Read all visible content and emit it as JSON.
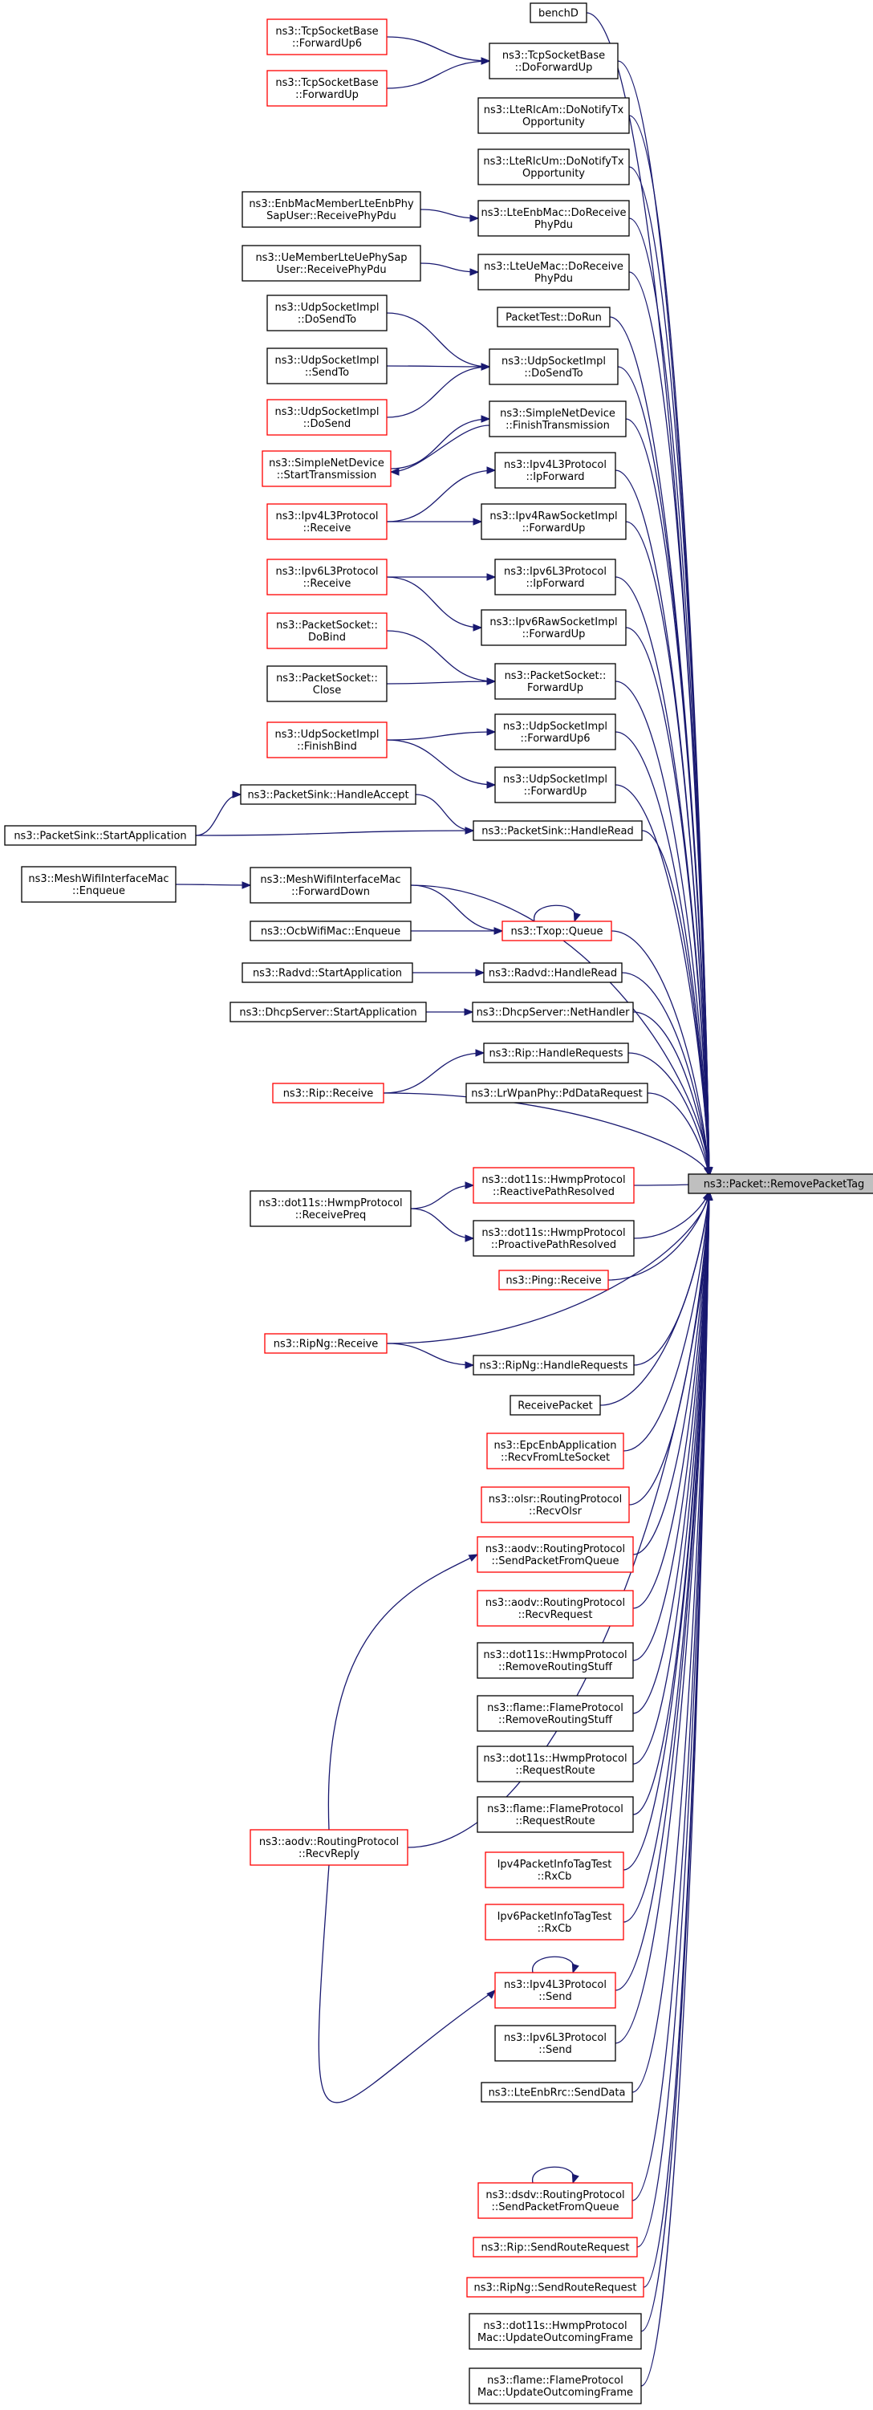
{
  "colors": {
    "edge": "#191970",
    "border_black": "#000000",
    "border_red": "#ff0000",
    "target_fill": "#bfbfbf",
    "node_fill": "#ffffff"
  },
  "target": {
    "id": "target",
    "lines": [
      "ns3::Packet::RemovePacketTag"
    ],
    "border": "black",
    "fill": "gray"
  },
  "nodes": [
    {
      "id": "benchD",
      "lines": [
        "benchD"
      ],
      "border": "black"
    },
    {
      "id": "tcpfwd6",
      "lines": [
        "ns3::TcpSocketBase",
        "::ForwardUp6"
      ],
      "border": "red"
    },
    {
      "id": "tcpdofwd",
      "lines": [
        "ns3::TcpSocketBase",
        "::DoForwardUp"
      ],
      "border": "black"
    },
    {
      "id": "tcpfwd",
      "lines": [
        "ns3::TcpSocketBase",
        "::ForwardUp"
      ],
      "border": "red"
    },
    {
      "id": "rlcam",
      "lines": [
        "ns3::LteRlcAm::DoNotifyTx",
        "Opportunity"
      ],
      "border": "black"
    },
    {
      "id": "rlcum",
      "lines": [
        "ns3::LteRlcUm::DoNotifyTx",
        "Opportunity"
      ],
      "border": "black"
    },
    {
      "id": "enbmember",
      "lines": [
        "ns3::EnbMacMemberLteEnbPhy",
        "SapUser::ReceivePhyPdu"
      ],
      "border": "black"
    },
    {
      "id": "enbmacdorecv",
      "lines": [
        "ns3::LteEnbMac::DoReceive",
        "PhyPdu"
      ],
      "border": "black"
    },
    {
      "id": "uemember",
      "lines": [
        "ns3::UeMemberLteUePhySap",
        "User::ReceivePhyPdu"
      ],
      "border": "black"
    },
    {
      "id": "uemacdorecv",
      "lines": [
        "ns3::LteUeMac::DoReceive",
        "PhyPdu"
      ],
      "border": "black"
    },
    {
      "id": "packettest",
      "lines": [
        "PacketTest::DoRun"
      ],
      "border": "black"
    },
    {
      "id": "udpdosendto_l",
      "lines": [
        "ns3::UdpSocketImpl",
        "::DoSendTo"
      ],
      "border": "black"
    },
    {
      "id": "udpsendto",
      "lines": [
        "ns3::UdpSocketImpl",
        "::SendTo"
      ],
      "border": "black"
    },
    {
      "id": "udpdosendto_r",
      "lines": [
        "ns3::UdpSocketImpl",
        "::DoSendTo"
      ],
      "border": "black"
    },
    {
      "id": "udpdosend",
      "lines": [
        "ns3::UdpSocketImpl",
        "::DoSend"
      ],
      "border": "red"
    },
    {
      "id": "simplefinish",
      "lines": [
        "ns3::SimpleNetDevice",
        "::FinishTransmission"
      ],
      "border": "black"
    },
    {
      "id": "simplestart",
      "lines": [
        "ns3::SimpleNetDevice",
        "::StartTransmission"
      ],
      "border": "red"
    },
    {
      "id": "ipv4ipforward",
      "lines": [
        "ns3::Ipv4L3Protocol",
        "::IpForward"
      ],
      "border": "black"
    },
    {
      "id": "ipv4receive",
      "lines": [
        "ns3::Ipv4L3Protocol",
        "::Receive"
      ],
      "border": "red"
    },
    {
      "id": "ipv4rawfwd",
      "lines": [
        "ns3::Ipv4RawSocketImpl",
        "::ForwardUp"
      ],
      "border": "black"
    },
    {
      "id": "ipv6receive",
      "lines": [
        "ns3::Ipv6L3Protocol",
        "::Receive"
      ],
      "border": "red"
    },
    {
      "id": "ipv6ipforward",
      "lines": [
        "ns3::Ipv6L3Protocol",
        "::IpForward"
      ],
      "border": "black"
    },
    {
      "id": "ipv6rawfwd",
      "lines": [
        "ns3::Ipv6RawSocketImpl",
        "::ForwardUp"
      ],
      "border": "black"
    },
    {
      "id": "psdobind",
      "lines": [
        "ns3::PacketSocket::",
        "DoBind"
      ],
      "border": "red"
    },
    {
      "id": "psclose",
      "lines": [
        "ns3::PacketSocket::",
        "Close"
      ],
      "border": "black"
    },
    {
      "id": "psfwdup",
      "lines": [
        "ns3::PacketSocket::",
        "ForwardUp"
      ],
      "border": "black"
    },
    {
      "id": "udpfinishbind",
      "lines": [
        "ns3::UdpSocketImpl",
        "::FinishBind"
      ],
      "border": "red"
    },
    {
      "id": "udpfwdup6",
      "lines": [
        "ns3::UdpSocketImpl",
        "::ForwardUp6"
      ],
      "border": "black"
    },
    {
      "id": "udpfwdup",
      "lines": [
        "ns3::UdpSocketImpl",
        "::ForwardUp"
      ],
      "border": "black"
    },
    {
      "id": "sinkaccept",
      "lines": [
        "ns3::PacketSink::HandleAccept"
      ],
      "border": "black"
    },
    {
      "id": "sinkstart",
      "lines": [
        "ns3::PacketSink::StartApplication"
      ],
      "border": "black"
    },
    {
      "id": "sinkread",
      "lines": [
        "ns3::PacketSink::HandleRead"
      ],
      "border": "black"
    },
    {
      "id": "meshenqueue",
      "lines": [
        "ns3::MeshWifiInterfaceMac",
        "::Enqueue"
      ],
      "border": "black"
    },
    {
      "id": "meshfwddown",
      "lines": [
        "ns3::MeshWifiInterfaceMac",
        "::ForwardDown"
      ],
      "border": "black"
    },
    {
      "id": "ocbenqueue",
      "lines": [
        "ns3::OcbWifiMac::Enqueue"
      ],
      "border": "black"
    },
    {
      "id": "txopqueue",
      "lines": [
        "ns3::Txop::Queue"
      ],
      "border": "red"
    },
    {
      "id": "radvdstart",
      "lines": [
        "ns3::Radvd::StartApplication"
      ],
      "border": "black"
    },
    {
      "id": "radvdread",
      "lines": [
        "ns3::Radvd::HandleRead"
      ],
      "border": "black"
    },
    {
      "id": "dhcpstart",
      "lines": [
        "ns3::DhcpServer::StartApplication"
      ],
      "border": "black"
    },
    {
      "id": "dhcpnet",
      "lines": [
        "ns3::DhcpServer::NetHandler"
      ],
      "border": "black"
    },
    {
      "id": "riphandle",
      "lines": [
        "ns3::Rip::HandleRequests"
      ],
      "border": "black"
    },
    {
      "id": "ripreceive",
      "lines": [
        "ns3::Rip::Receive"
      ],
      "border": "red"
    },
    {
      "id": "lrwpan",
      "lines": [
        "ns3::LrWpanPhy::PdDataRequest"
      ],
      "border": "black"
    },
    {
      "id": "hwmpreqpreq",
      "lines": [
        "ns3::dot11s::HwmpProtocol",
        "::ReceivePreq"
      ],
      "border": "black"
    },
    {
      "id": "hwmpreactive",
      "lines": [
        "ns3::dot11s::HwmpProtocol",
        "::ReactivePathResolved"
      ],
      "border": "red"
    },
    {
      "id": "hwmpproactive",
      "lines": [
        "ns3::dot11s::HwmpProtocol",
        "::ProactivePathResolved"
      ],
      "border": "black"
    },
    {
      "id": "pingrecv",
      "lines": [
        "ns3::Ping::Receive"
      ],
      "border": "red"
    },
    {
      "id": "ripngreceive",
      "lines": [
        "ns3::RipNg::Receive"
      ],
      "border": "red"
    },
    {
      "id": "ripnghandle",
      "lines": [
        "ns3::RipNg::HandleRequests"
      ],
      "border": "black"
    },
    {
      "id": "receivepacket",
      "lines": [
        "ReceivePacket"
      ],
      "border": "black"
    },
    {
      "id": "epcrecv",
      "lines": [
        "ns3::EpcEnbApplication",
        "::RecvFromLteSocket"
      ],
      "border": "red"
    },
    {
      "id": "olsrrecv",
      "lines": [
        "ns3::olsr::RoutingProtocol",
        "::RecvOlsr"
      ],
      "border": "red"
    },
    {
      "id": "aodvsendq",
      "lines": [
        "ns3::aodv::RoutingProtocol",
        "::SendPacketFromQueue"
      ],
      "border": "red"
    },
    {
      "id": "aodvrecvreq",
      "lines": [
        "ns3::aodv::RoutingProtocol",
        "::RecvRequest"
      ],
      "border": "red"
    },
    {
      "id": "hwmpremove",
      "lines": [
        "ns3::dot11s::HwmpProtocol",
        "::RemoveRoutingStuff"
      ],
      "border": "black"
    },
    {
      "id": "flameremove",
      "lines": [
        "ns3::flame::FlameProtocol",
        "::RemoveRoutingStuff"
      ],
      "border": "black"
    },
    {
      "id": "hwmpreqroute",
      "lines": [
        "ns3::dot11s::HwmpProtocol",
        "::RequestRoute"
      ],
      "border": "black"
    },
    {
      "id": "flamereqroute",
      "lines": [
        "ns3::flame::FlameProtocol",
        "::RequestRoute"
      ],
      "border": "black"
    },
    {
      "id": "aodvrecvreply",
      "lines": [
        "ns3::aodv::RoutingProtocol",
        "::RecvReply"
      ],
      "border": "red"
    },
    {
      "id": "ipv4infotag",
      "lines": [
        "Ipv4PacketInfoTagTest",
        "::RxCb"
      ],
      "border": "red"
    },
    {
      "id": "ipv6infotag",
      "lines": [
        "Ipv6PacketInfoTagTest",
        "::RxCb"
      ],
      "border": "red"
    },
    {
      "id": "ipv4send",
      "lines": [
        "ns3::Ipv4L3Protocol",
        "::Send"
      ],
      "border": "red"
    },
    {
      "id": "ipv6send",
      "lines": [
        "ns3::Ipv6L3Protocol",
        "::Send"
      ],
      "border": "black"
    },
    {
      "id": "ltesenddata",
      "lines": [
        "ns3::LteEnbRrc::SendData"
      ],
      "border": "black"
    },
    {
      "id": "dsdvsendq",
      "lines": [
        "ns3::dsdv::RoutingProtocol",
        "::SendPacketFromQueue"
      ],
      "border": "red"
    },
    {
      "id": "ripsendroute",
      "lines": [
        "ns3::Rip::SendRouteRequest"
      ],
      "border": "red"
    },
    {
      "id": "ripngsendroute",
      "lines": [
        "ns3::RipNg::SendRouteRequest"
      ],
      "border": "red"
    },
    {
      "id": "hwmpmac",
      "lines": [
        "ns3::dot11s::HwmpProtocol",
        "Mac::UpdateOutcomingFrame"
      ],
      "border": "black"
    },
    {
      "id": "flamemac",
      "lines": [
        "ns3::flame::FlameProtocol",
        "Mac::UpdateOutcomingFrame"
      ],
      "border": "black"
    }
  ],
  "edges": [
    [
      "benchD",
      "target"
    ],
    [
      "tcpdofwd",
      "target"
    ],
    [
      "rlcam",
      "target"
    ],
    [
      "rlcum",
      "target"
    ],
    [
      "enbmacdorecv",
      "target"
    ],
    [
      "uemacdorecv",
      "target"
    ],
    [
      "packettest",
      "target"
    ],
    [
      "udpdosendto_r",
      "target"
    ],
    [
      "simplefinish",
      "target"
    ],
    [
      "ipv4ipforward",
      "target"
    ],
    [
      "ipv4rawfwd",
      "target"
    ],
    [
      "ipv6ipforward",
      "target"
    ],
    [
      "ipv6rawfwd",
      "target"
    ],
    [
      "psfwdup",
      "target"
    ],
    [
      "udpfwdup6",
      "target"
    ],
    [
      "udpfwdup",
      "target"
    ],
    [
      "sinkread",
      "target"
    ],
    [
      "meshfwddown",
      "target"
    ],
    [
      "txopqueue",
      "target"
    ],
    [
      "radvdread",
      "target"
    ],
    [
      "dhcpnet",
      "target"
    ],
    [
      "riphandle",
      "target"
    ],
    [
      "ripreceive",
      "target"
    ],
    [
      "lrwpan",
      "target"
    ],
    [
      "hwmpreactive",
      "target"
    ],
    [
      "hwmpproactive",
      "target"
    ],
    [
      "pingrecv",
      "target"
    ],
    [
      "ripngreceive",
      "target"
    ],
    [
      "ripnghandle",
      "target"
    ],
    [
      "receivepacket",
      "target"
    ],
    [
      "epcrecv",
      "target"
    ],
    [
      "olsrrecv",
      "target"
    ],
    [
      "aodvsendq",
      "target"
    ],
    [
      "aodvrecvreq",
      "target"
    ],
    [
      "hwmpremove",
      "target"
    ],
    [
      "flameremove",
      "target"
    ],
    [
      "hwmpreqroute",
      "target"
    ],
    [
      "flamereqroute",
      "target"
    ],
    [
      "aodvrecvreply",
      "target"
    ],
    [
      "ipv4infotag",
      "target"
    ],
    [
      "ipv6infotag",
      "target"
    ],
    [
      "ipv4send",
      "target"
    ],
    [
      "ipv6send",
      "target"
    ],
    [
      "ltesenddata",
      "target"
    ],
    [
      "dsdvsendq",
      "target"
    ],
    [
      "ripsendroute",
      "target"
    ],
    [
      "ripngsendroute",
      "target"
    ],
    [
      "hwmpmac",
      "target"
    ],
    [
      "flamemac",
      "target"
    ],
    [
      "tcpfwd6",
      "tcpdofwd"
    ],
    [
      "tcpfwd",
      "tcpdofwd"
    ],
    [
      "enbmember",
      "enbmacdorecv"
    ],
    [
      "uemember",
      "uemacdorecv"
    ],
    [
      "udpdosendto_l",
      "udpdosendto_r"
    ],
    [
      "udpsendto",
      "udpdosendto_r"
    ],
    [
      "udpdosend",
      "udpdosendto_r"
    ],
    [
      "simplefinish",
      "simplestart"
    ],
    [
      "simplestart",
      "simplefinish"
    ],
    [
      "ipv4receive",
      "ipv4ipforward"
    ],
    [
      "ipv4receive",
      "ipv4rawfwd"
    ],
    [
      "ipv6receive",
      "ipv6ipforward"
    ],
    [
      "ipv6receive",
      "ipv6rawfwd"
    ],
    [
      "psdobind",
      "psfwdup"
    ],
    [
      "psclose",
      "psfwdup"
    ],
    [
      "udpfinishbind",
      "udpfwdup6"
    ],
    [
      "udpfinishbind",
      "udpfwdup"
    ],
    [
      "sinkstart",
      "sinkaccept"
    ],
    [
      "sinkaccept",
      "sinkread"
    ],
    [
      "sinkstart",
      "sinkread"
    ],
    [
      "meshenqueue",
      "meshfwddown"
    ],
    [
      "meshfwddown",
      "txopqueue"
    ],
    [
      "ocbenqueue",
      "txopqueue"
    ],
    [
      "txopqueue",
      "txopqueue"
    ],
    [
      "radvdstart",
      "radvdread"
    ],
    [
      "dhcpstart",
      "dhcpnet"
    ],
    [
      "ripreceive",
      "riphandle"
    ],
    [
      "hwmpreqpreq",
      "hwmpreactive"
    ],
    [
      "hwmpreqpreq",
      "hwmpproactive"
    ],
    [
      "ripngreceive",
      "ripnghandle"
    ],
    [
      "aodvrecvreply",
      "aodvsendq"
    ],
    [
      "aodvrecvreply",
      "ipv4send"
    ],
    [
      "ipv4send",
      "ipv4send"
    ],
    [
      "dsdvsendq",
      "dsdvsendq"
    ]
  ]
}
